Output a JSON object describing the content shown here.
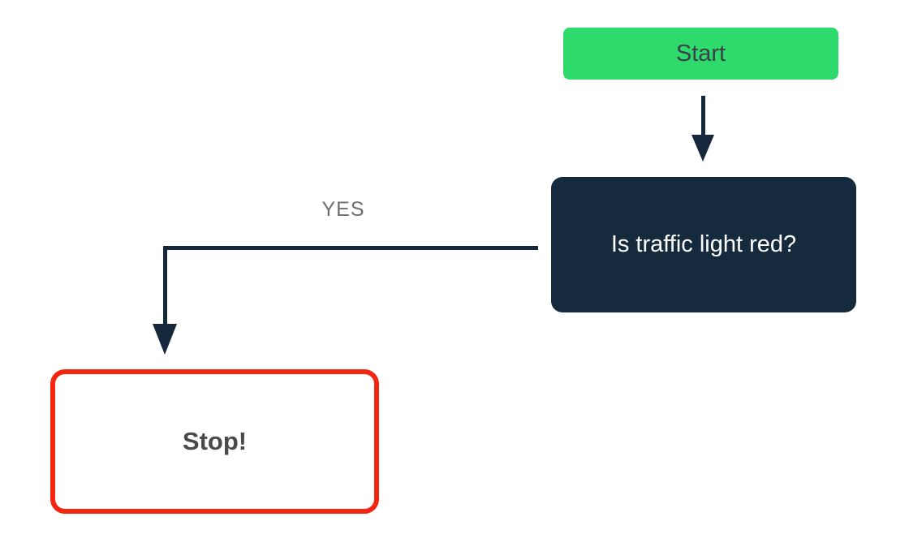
{
  "diagram": {
    "type": "flowchart",
    "background_color": "#ffffff",
    "nodes": {
      "start": {
        "label": "Start",
        "shape": "rounded-rectangle",
        "fill_color": "#2eda6b",
        "text_color": "#3b4148"
      },
      "question": {
        "label": "Is traffic light red?",
        "shape": "rounded-rectangle",
        "fill_color": "#162a3d",
        "text_color": "#ffffff"
      },
      "stop": {
        "label": "Stop!",
        "shape": "rounded-rectangle-outlined",
        "fill_color": "#ffffff",
        "border_color": "#f5260f",
        "text_color": "#4a4a4a"
      }
    },
    "edges": [
      {
        "from": "start",
        "to": "question",
        "label": "",
        "style": "arrow-down"
      },
      {
        "from": "question",
        "to": "stop",
        "label": "YES",
        "style": "elbow-left-then-down-arrow"
      }
    ],
    "connector_color": "#16293c",
    "edge_label_color": "#6e6e6e"
  }
}
